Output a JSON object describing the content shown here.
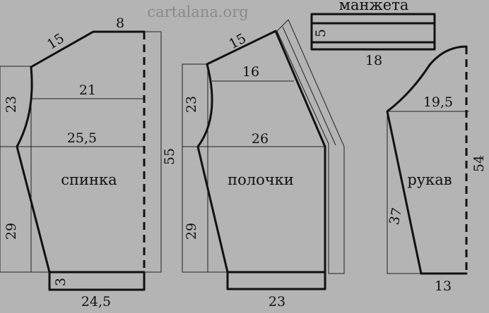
{
  "watermark": "cartalana.org",
  "colors": {
    "background": "#b4b4b4",
    "line": "#111111",
    "watermark": "#8a8a8a"
  },
  "pieces": {
    "back": {
      "name": "спинка",
      "dims": {
        "shoulder": "15",
        "neck": "8",
        "armhole_height": "23",
        "chest_top": "21",
        "chest": "25,5",
        "total_height": "55",
        "side_height": "29",
        "hem_band": "3",
        "bottom": "24,5"
      }
    },
    "front": {
      "name": "полочки",
      "dims": {
        "shoulder": "15",
        "top_width": "16",
        "armhole_height": "23",
        "chest": "26",
        "side_height": "29",
        "bottom": "23"
      }
    },
    "cuff": {
      "name": "манжета",
      "dims": {
        "height": "5",
        "width": "18"
      }
    },
    "sleeve": {
      "name": "рукав",
      "dims": {
        "top_width": "19,5",
        "length": "54",
        "seam": "37",
        "bottom": "13"
      }
    }
  }
}
